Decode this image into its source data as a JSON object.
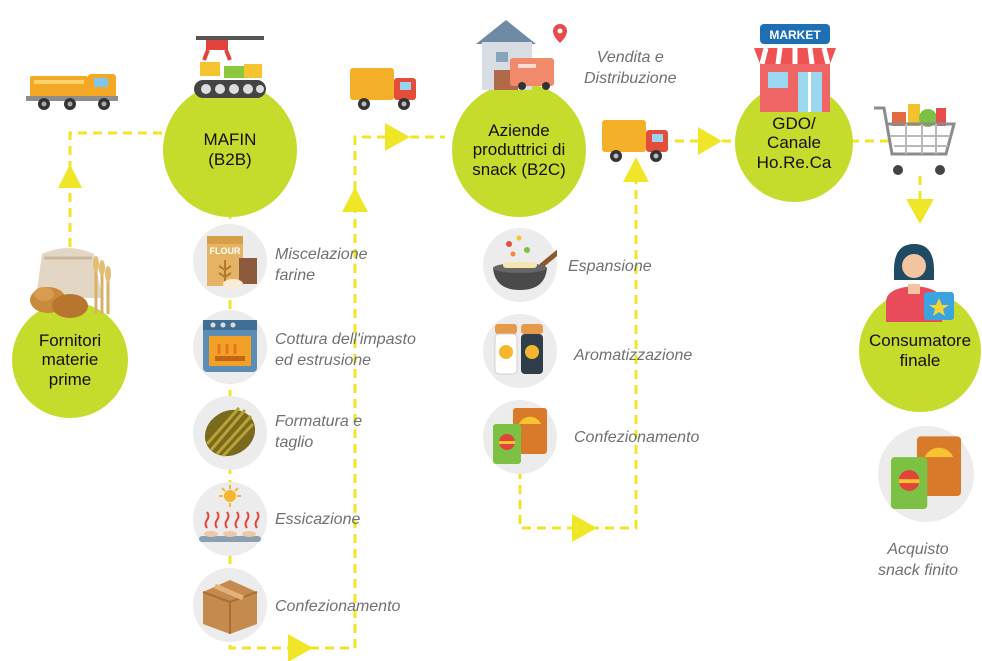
{
  "colors": {
    "accent": "#c6dc2c",
    "arrow": "#f0e628",
    "step_circle": "#ececec",
    "label_text": "#707070"
  },
  "nodes": {
    "fornitori": "Fornitori\nmaterie\nprime",
    "mafin": "MAFIN\n(B2B)",
    "aziende": "Aziende\nproduttrici di\nsnack (B2C)",
    "gdo": "GDO/\nCanale\nHo.Re.Ca",
    "consumatore": "Consumatore\nfinale"
  },
  "labels": {
    "vendita": "Vendita e\nDistribuzione",
    "acquisto": "Acquisto\nsnack finito"
  },
  "mafin_steps": [
    {
      "label": "Miscelazione\nfarine",
      "icon": "flour-icon"
    },
    {
      "label": "Cottura dell'impasto\ned estrusione",
      "icon": "oven-icon"
    },
    {
      "label": "Formatura e\ntaglio",
      "icon": "snack-shape-icon"
    },
    {
      "label": "Essicazione",
      "icon": "drying-icon"
    },
    {
      "label": "Confezionamento",
      "icon": "box-icon"
    }
  ],
  "b2c_steps": [
    {
      "label": "Espansione",
      "icon": "wok-icon"
    },
    {
      "label": "Aromatizzazione",
      "icon": "seasoning-icon"
    },
    {
      "label": "Confezionamento",
      "icon": "snack-bags-icon"
    }
  ],
  "icons": {
    "dump_truck": "dump-truck-icon",
    "factory": "factory-robot-icon",
    "truck_1": "delivery-truck-icon",
    "warehouse": "warehouse-icon",
    "truck_2": "delivery-truck-icon",
    "market": "market-store-icon",
    "market_sign": "MARKET",
    "cart": "shopping-cart-icon",
    "raw": "raw-materials-icon",
    "consumer": "consumer-icon",
    "final_product": "snack-bags-icon"
  }
}
